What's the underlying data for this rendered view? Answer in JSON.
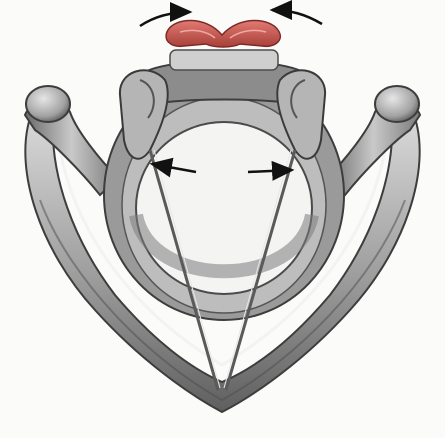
{
  "figure": {
    "subject": "larynx-cartilages-illustration",
    "arrows": [
      "top-left-curved-arrow",
      "top-right-curved-arrow",
      "middle-left-arrow",
      "middle-right-arrow"
    ],
    "colors": {
      "background": "#fbfbfa",
      "cartilage_light": "#d6d6d6",
      "cartilage_mid": "#a9a9a9",
      "cartilage_dark": "#6f6f6f",
      "cartilage_shadow": "#4a4a4a",
      "muscle_red": "#c9564f",
      "arrow": "#111111"
    }
  }
}
